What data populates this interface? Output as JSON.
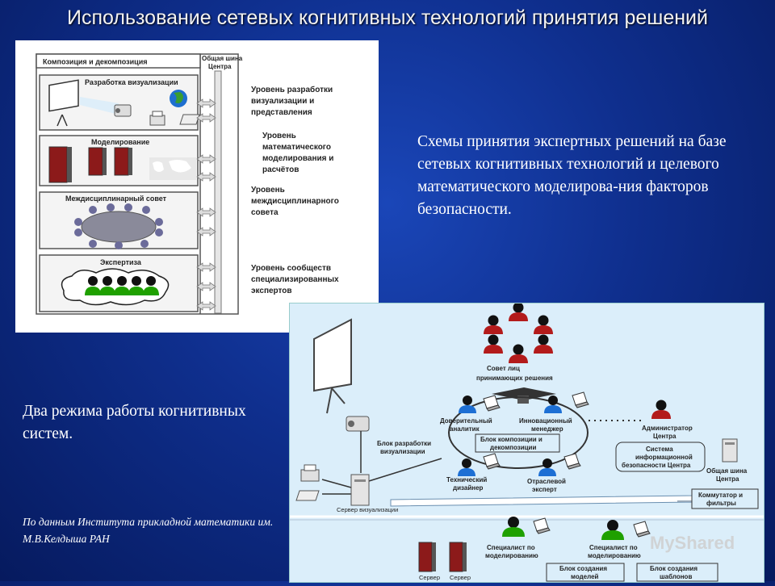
{
  "slide": {
    "title": "Использование сетевых когнитивных технологий принятия решений",
    "right_text": "Схемы принятия экспертных решений на базе сетевых когнитивных технологий и целевого математического моделирова-ния факторов безопасности.",
    "left_text": "Два режима работы когнитивных систем.",
    "credit": "По данным Института прикладной математики им. М.В.Келдыша РАН",
    "watermark": "MyShared"
  },
  "diagram1": {
    "header_left": "Композиция и декомпозиция",
    "header_right_1": "Общая шина",
    "header_right_2": "Центра",
    "rows": [
      {
        "label": "Разработка визуализации"
      },
      {
        "label": "Моделирование"
      },
      {
        "label": "Междисциплинарный совет"
      },
      {
        "label": "Экспертиза"
      }
    ],
    "levels": [
      [
        "Уровень разработки",
        "визуализации и",
        "представления"
      ],
      [
        "Уровень",
        "математического",
        "моделирования и",
        "расчётов"
      ],
      [
        "Уровень",
        "междисциплинарного",
        "совета"
      ],
      [
        "Уровень сообществ",
        "специализированных",
        "экспертов"
      ]
    ]
  },
  "diagram2": {
    "council_1": "Совет лиц",
    "council_2": "принимающих решения",
    "trusted_1": "Доверительный",
    "trusted_2": "аналитик",
    "innov_1": "Инновационный",
    "innov_2": "менеджер",
    "block_comp_1": "Блок композиции и",
    "block_comp_2": "декомпозиции",
    "tech_1": "Технический",
    "tech_2": "дизайнер",
    "sector_1": "Отраслевой",
    "sector_2": "эксперт",
    "admin_1": "Администратор",
    "admin_2": "Центра",
    "security_1": "Система",
    "security_2": "информационной",
    "security_3": "безопасности Центра",
    "vis_block_1": "Блок разработки",
    "vis_block_2": "визуализации",
    "bus_1": "Общая шина",
    "bus_2": "Центра",
    "switch_1": "Коммутатор и",
    "switch_2": "фильтры",
    "vis_server": "Сервер визуализации",
    "spec_model_1a": "Специалист по",
    "spec_model_1b": "моделированию",
    "spec_model_2a": "Специалист по",
    "spec_model_2b": "моделированию",
    "block_models_1": "Блок создания",
    "block_models_2": "моделей",
    "block_templates_1": "Блок создания",
    "block_templates_2": "шаблонов",
    "server_a": "Сервер",
    "server_b": "Сервер"
  },
  "colors": {
    "bg": "#0f2f8e",
    "people_green": "#1fa000",
    "people_red": "#b31b1b",
    "people_blue": "#1d6fd4"
  }
}
